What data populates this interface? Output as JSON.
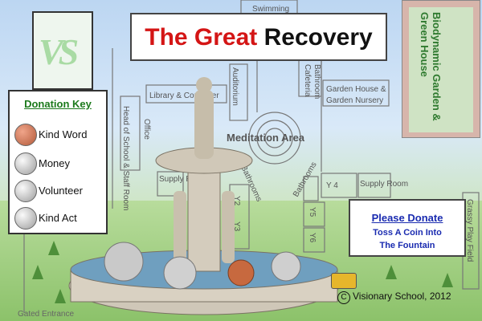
{
  "title": {
    "part1": "The Great",
    "part2": "Recovery"
  },
  "logo": {
    "text": "VS"
  },
  "garden": {
    "title": "Biodynamic Garden & Green House"
  },
  "donation_key": {
    "heading": "Donation Key",
    "items": [
      {
        "label": "Kind Word",
        "coin": "copper"
      },
      {
        "label": "Money",
        "coin": "silver"
      },
      {
        "label": "Volunteer",
        "coin": "silver"
      },
      {
        "label": "Kind Act",
        "coin": "silver"
      }
    ]
  },
  "donate": {
    "main": "Please Donate",
    "line1": "Toss A Coin Into",
    "line2": "The Fountain"
  },
  "map_labels": {
    "swimming": "Swimming",
    "cafeteria": "Cafeteria",
    "bathroom": "Bathroom",
    "library": "Library & Computer",
    "auditorium": "Auditorium",
    "office": "Office",
    "head_office": "Head of School & Staff Room",
    "garden_house": "Garden House &",
    "garden_nursery": "Garden Nursery",
    "meditation": "Meditation Area",
    "supply_room_left": "Supply Room",
    "bathrooms_left": "Bathrooms",
    "bathrooms_right": "Bathrooms",
    "y2": "Y2",
    "y3": "Y3",
    "y4": "Y 4",
    "y5": "Y5",
    "y6": "Y6",
    "supply_room_right": "Supply Room",
    "play_field": "Grassy Play Field",
    "gated_entrance": "Gated Entrance"
  },
  "copyright": {
    "text": "Visionary School, 2012",
    "symbol": "C"
  },
  "colors": {
    "title_red": "#d41515",
    "donate_blue": "#1a2bb0",
    "key_green": "#1c7a1c"
  }
}
